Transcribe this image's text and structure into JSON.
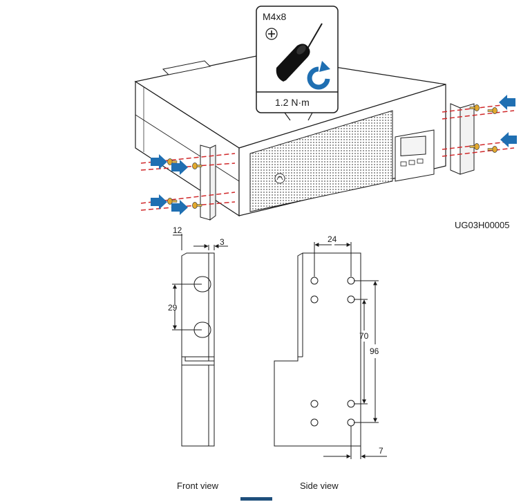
{
  "callout": {
    "screw_spec": "M4x8",
    "torque": "1.2 N·m",
    "screw_head_icon": "phillips-head-icon",
    "tool_icon": "screwdriver-icon",
    "rotation_icon": "clockwise-rotate-icon"
  },
  "figure_code": "UG03H00005",
  "front_view": {
    "caption": "Front view",
    "dim_width": "12",
    "dim_flange": "3",
    "dim_hole_pitch": "29"
  },
  "side_view": {
    "caption": "Side view",
    "dim_hole_spacing": "24",
    "dim_pitch_short": "70",
    "dim_pitch_long": "96",
    "dim_edge": "7"
  },
  "colors": {
    "arrow": "#1f6fb2",
    "screw_path": "#d0282a",
    "screw": "#e3a92e",
    "line": "#1a1a1a",
    "accent_bar": "#1e4f7c"
  }
}
